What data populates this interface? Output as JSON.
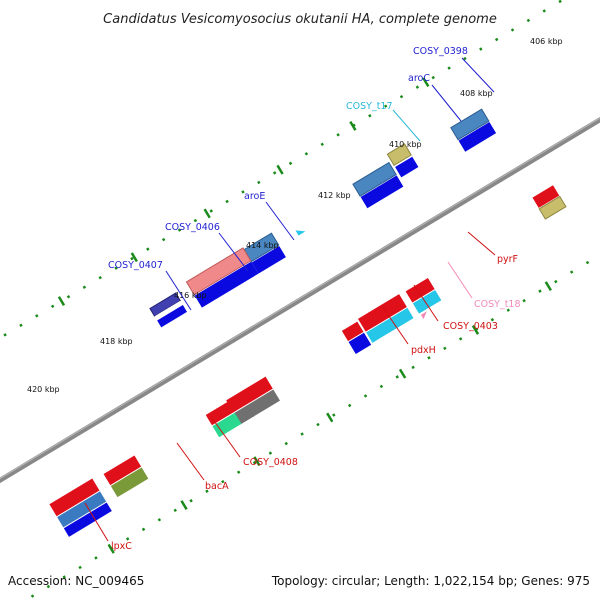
{
  "title": "Candidatus Vesicomyosocius okutanii HA, complete genome",
  "footer": {
    "accession": "Accession: NC_009465",
    "topology": "Topology: circular; Length: 1,022,154 bp; Genes: 975"
  },
  "ticks": [
    "406 kbp",
    "408 kbp",
    "410 kbp",
    "412 kbp",
    "414 kbp",
    "416 kbp",
    "418 kbp",
    "420 kbp"
  ],
  "labels": [
    {
      "text": "COSY_0398",
      "color": "#1f1fd0"
    },
    {
      "text": "aroC",
      "color": "#1f1fd0"
    },
    {
      "text": "COSY_t17",
      "color": "#2ab8d8"
    },
    {
      "text": "aroE",
      "color": "#1f1fd0"
    },
    {
      "text": "COSY_0406",
      "color": "#1f1fd0"
    },
    {
      "text": "COSY_0407",
      "color": "#1f1fd0"
    },
    {
      "text": "pyrF",
      "color": "#d01010"
    },
    {
      "text": "COSY_t18",
      "color": "#f08ab8"
    },
    {
      "text": "COSY_0403",
      "color": "#d01010"
    },
    {
      "text": "pdxH",
      "color": "#d01010"
    },
    {
      "text": "COSY_0408",
      "color": "#d01010"
    },
    {
      "text": "bacA",
      "color": "#d01010"
    },
    {
      "text": "lpxC",
      "color": "#d01010"
    }
  ],
  "colors": {
    "cds_forward": "#0a0ae0",
    "cds_reverse": "#e0101a",
    "backbone": "#8a8a8a",
    "tick_green": "#1a8a1a",
    "trna": "#26c6e8"
  }
}
